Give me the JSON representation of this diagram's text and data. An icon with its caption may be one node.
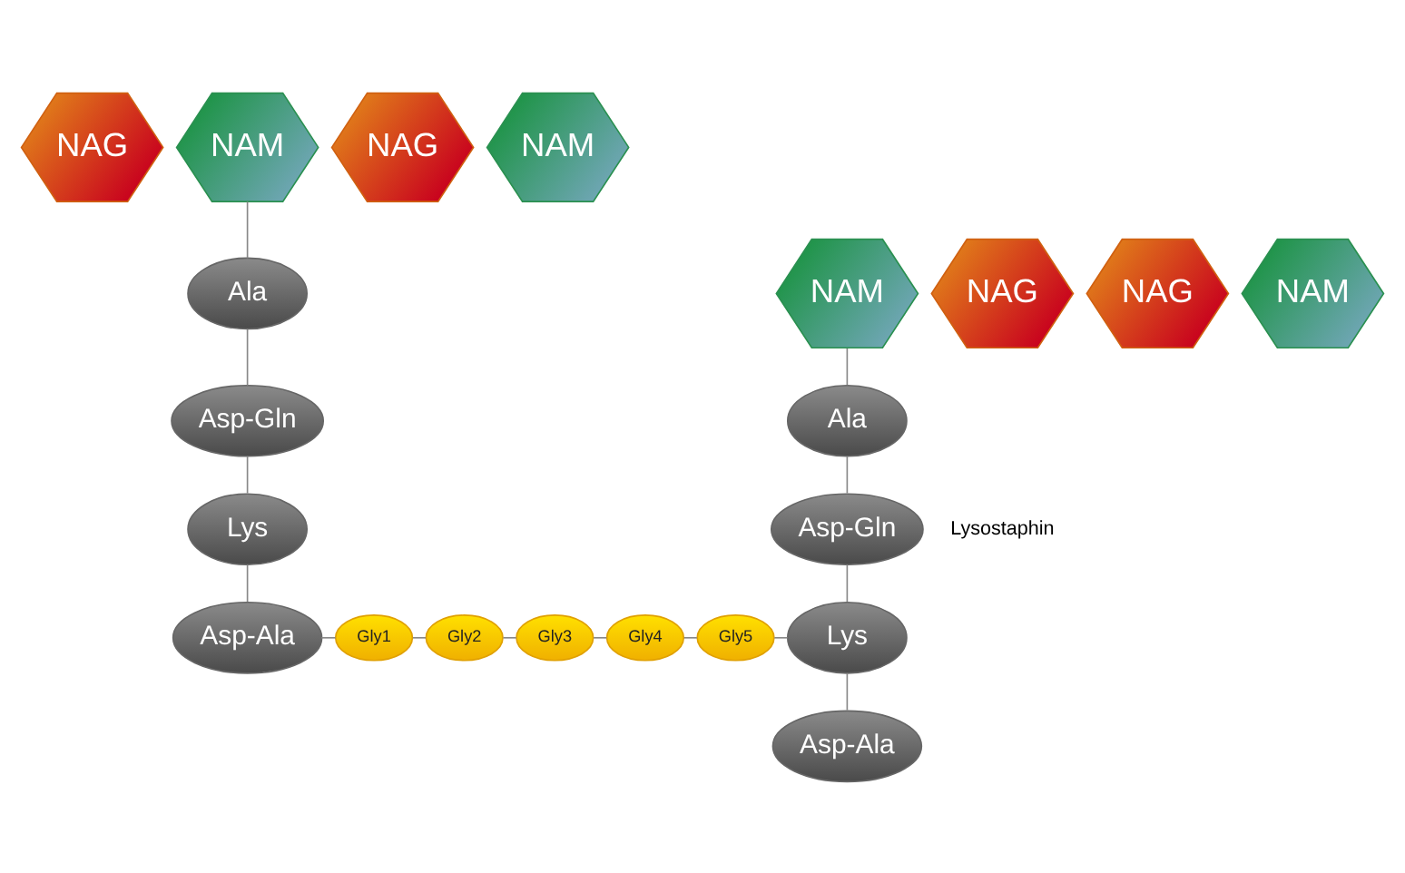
{
  "diagram": {
    "nodes": [
      {
        "text": [
          "NAG"
        ]
      },
      {
        "text": [
          "NAM"
        ]
      },
      {
        "text": [
          "NAG"
        ]
      },
      {
        "text": [
          "NAM"
        ]
      },
      {
        "text": [
          "Ala"
        ]
      },
      {
        "text": [
          "Asp-Gln"
        ]
      },
      {
        "text": [
          "Lys"
        ]
      },
      {
        "text": [
          "Asp-Ala"
        ]
      },
      {
        "text": [
          "Gly1"
        ]
      },
      {
        "text": [
          "Gly2"
        ]
      },
      {
        "text": [
          "Gly3"
        ]
      },
      {
        "text": [
          "Gly4"
        ]
      },
      {
        "text": [
          "Gly5"
        ]
      },
      {
        "text": [
          "NAG"
        ]
      },
      {
        "text": [
          "NAM"
        ]
      },
      {
        "text": [
          "NAG"
        ]
      },
      {
        "text": [
          "NAM"
        ]
      },
      {
        "text": [
          "Ala"
        ]
      },
      {
        "text": [
          "Asp-Gln"
        ]
      },
      {
        "text": [
          "Lys"
        ]
      },
      {
        "text": [
          "Asp-Ala"
        ]
      }
    ],
    "edges": [
      {
        "from": 1,
        "to": 4,
        "arrow": "none"
      },
      {
        "from": 4,
        "to": 5,
        "arrow": "none"
      },
      {
        "from": 5,
        "to": 6,
        "arrow": "none"
      },
      {
        "from": 6,
        "to": 7,
        "arrow": "none"
      },
      {
        "from": 7,
        "to": 8,
        "arrow": "none"
      },
      {
        "from": 8,
        "to": 9,
        "arrow": "none"
      },
      {
        "from": 9,
        "to": 10,
        "arrow": "none"
      },
      {
        "from": 10,
        "to": 11,
        "arrow": "none"
      },
      {
        "from": 11,
        "to": 12,
        "arrow": "none"
      },
      {
        "from": 12,
        "to": 19,
        "arrow": "none"
      },
      {
        "from": 14,
        "to": 17,
        "arrow": "none"
      },
      {
        "from": 17,
        "to": 18,
        "arrow": "none"
      },
      {
        "from": 18,
        "to": 19,
        "arrow": "none"
      },
      {
        "from": 19,
        "to": 20,
        "arrow": "none"
      }
    ],
    "labels": [
      "Lysostaphin"
    ]
  }
}
